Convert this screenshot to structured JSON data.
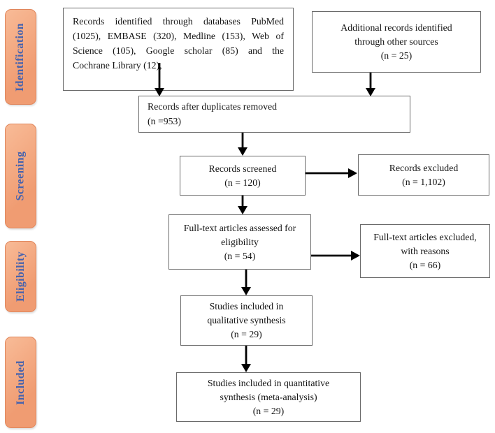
{
  "figure": {
    "kind": "PRISMA flow diagram"
  },
  "sidebar": {
    "stages": [
      {
        "label": "Identification"
      },
      {
        "label": "Screening"
      },
      {
        "label": "Eligibility"
      },
      {
        "label": "Included"
      }
    ]
  },
  "boxes": {
    "identified": {
      "lines": [
        "Records identified through databases PubMed",
        "(1025), EMBASE (320), Medline (153), Web of",
        "Science (105), Google scholar (85) and the",
        "Cochrane Library (12),"
      ]
    },
    "additional": {
      "lines": [
        "Additional records identified",
        "through other sources",
        "(n = 25)"
      ]
    },
    "duplicates": {
      "lines": [
        "Records after duplicates removed",
        "(n =953)"
      ]
    },
    "screened": {
      "lines": [
        "Records screened",
        "(n = 120)"
      ]
    },
    "excluded": {
      "lines": [
        "Records excluded",
        "(n = 1,102)"
      ]
    },
    "fulltext": {
      "lines": [
        "Full-text articles assessed for",
        "eligibility",
        "(n = 54)"
      ]
    },
    "fulltext_excluded": {
      "lines": [
        "Full-text articles excluded,",
        "with reasons",
        "(n = 66)"
      ]
    },
    "qualitative": {
      "lines": [
        "Studies included in",
        "qualitative synthesis",
        "(n = 29)"
      ]
    },
    "quantitative": {
      "lines": [
        "Studies included in quantitative",
        "synthesis (meta-analysis)",
        "(n = 29)"
      ]
    }
  },
  "colors": {
    "stage_fill": "#f09c72",
    "stage_fill_light": "#f8bb97",
    "stage_border": "#e0865c",
    "stage_text": "#4663ae",
    "box_border": "#6a6a6a",
    "arrow": "#000000"
  }
}
